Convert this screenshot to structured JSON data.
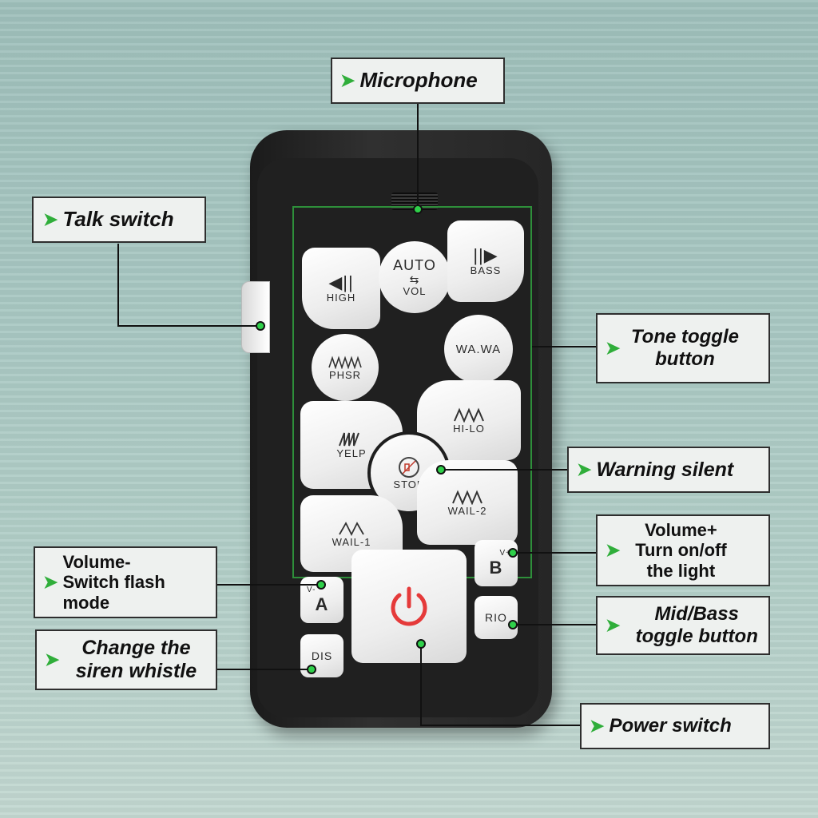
{
  "labels": {
    "microphone": "Microphone",
    "talk_switch": "Talk switch",
    "tone_toggle": "Tone toggle button",
    "warning_silent": "Warning silent",
    "volume_plus": "Volume+ Turn on/off the light",
    "volume_minus": "Volume- Switch flash mode",
    "mid_bass": "Mid/Bass toggle button",
    "change_siren": "Change the siren whistle",
    "power_switch": "Power switch"
  },
  "buttons": {
    "high": "HIGH",
    "auto_top": "AUTO",
    "auto_bottom": "VOL",
    "bass": "BASS",
    "phsr": "PHSR",
    "wawa": "WA.WA",
    "yelp": "YELP",
    "hilo": "HI-LO",
    "stop": "STOP",
    "wail1": "WAIL-1",
    "wail2": "WAIL-2",
    "a_small": "V-",
    "a_big": "A",
    "b_small": "V+",
    "b_big": "B",
    "dis": "DIS",
    "rio": "RIO"
  },
  "icons": {
    "arrow": "green-arrow-icon",
    "power": "power-icon",
    "speaker": "speaker-icon",
    "mute": "mute-icon"
  },
  "colors": {
    "accent_green": "#2fae3a",
    "power_red": "#e53a3a"
  }
}
